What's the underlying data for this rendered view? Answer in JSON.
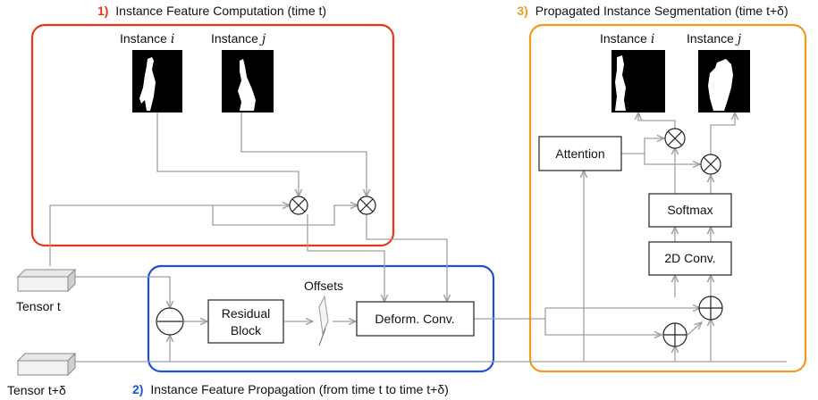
{
  "colors": {
    "section1": "#e8361c",
    "section2": "#1e50e0",
    "section3": "#f19a1d",
    "connector": "#a0a0a0"
  },
  "sections": {
    "s1": {
      "number": "1)",
      "title": "Instance Feature Computation (time t)"
    },
    "s2": {
      "number": "2)",
      "title": "Instance Feature Propagation (from time t to time t+δ)"
    },
    "s3": {
      "number": "3)",
      "title": "Propagated Instance Segmentation (time t+δ)"
    }
  },
  "labels": {
    "instance_prefix": "Instance ",
    "instance_i": "i",
    "instance_j": "j",
    "tensor_t": "Tensor t",
    "tensor_t_delta": "Tensor t+δ",
    "offsets": "Offsets",
    "residual_block_line1": "Residual",
    "residual_block_line2": "Block",
    "deform_conv": "Deform. Conv.",
    "attention": "Attention",
    "softmax": "Softmax",
    "conv2d": "2D Conv."
  },
  "icons": {
    "multiply": "circle-times-icon",
    "add": "circle-plus-icon",
    "subtract": "circle-minus-icon",
    "tensor": "tensor-block-icon",
    "mask": "instance-mask-image"
  }
}
